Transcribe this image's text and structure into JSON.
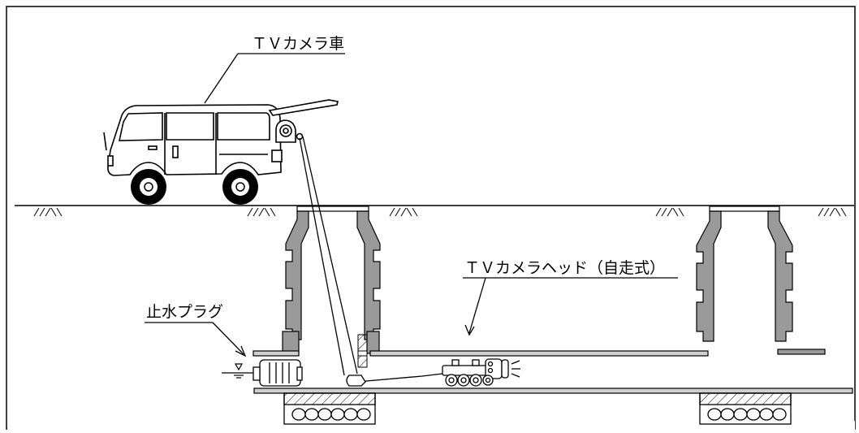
{
  "labels": {
    "tv_car": "ＴＶカメラ車",
    "camera_head": "ＴＶカメラヘッド（自走式）",
    "stop_plug": "止水プラグ"
  },
  "colors": {
    "line": "#000000",
    "concrete": "#9a9a9a",
    "pipe": "#cfcfcf",
    "background": "#ffffff"
  },
  "icons": [
    "tv-camera-van-icon",
    "cable-reel-icon",
    "camera-robot-icon",
    "water-level-icon",
    "ground-hatch-icon"
  ]
}
